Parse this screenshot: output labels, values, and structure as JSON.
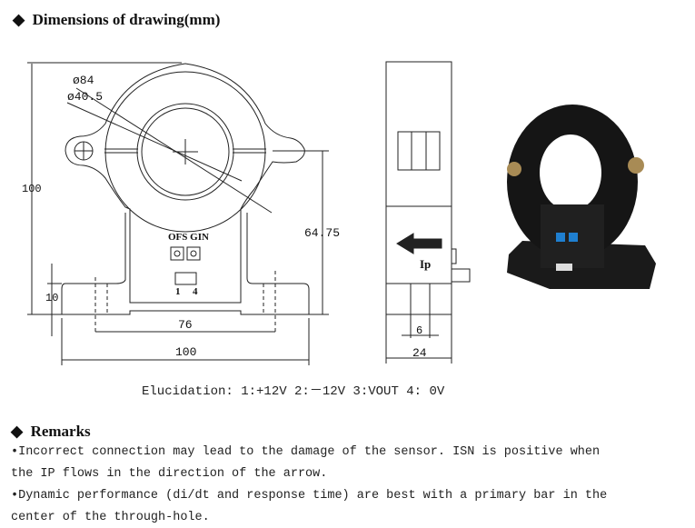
{
  "header": {
    "icon": "diamond",
    "title": "Dimensions of drawing(mm)"
  },
  "front_view": {
    "dia_outer": "ø84",
    "dia_inner": "ø40.5",
    "height": "100",
    "center_height": "64.75",
    "base_height": "10",
    "hole_spacing": "76",
    "width": "100",
    "pots_label": "OFS GIN",
    "pin_1": "1",
    "pin_4": "4"
  },
  "side_view": {
    "arrow_label": "Ip",
    "slot_width": "6",
    "depth": "24"
  },
  "elucidation": "Elucidation:  1:+12V  2:－12V  3:VOUT  4: 0V",
  "remarks": {
    "icon": "diamond",
    "title": "Remarks",
    "lines": [
      "•Incorrect connection may lead to the damage of the sensor. ISN is positive when",
      "the IP flows in the direction of the arrow.",
      "•Dynamic performance (di/dt and response time) are best with a primary bar in the",
      "center of the through-hole."
    ]
  }
}
